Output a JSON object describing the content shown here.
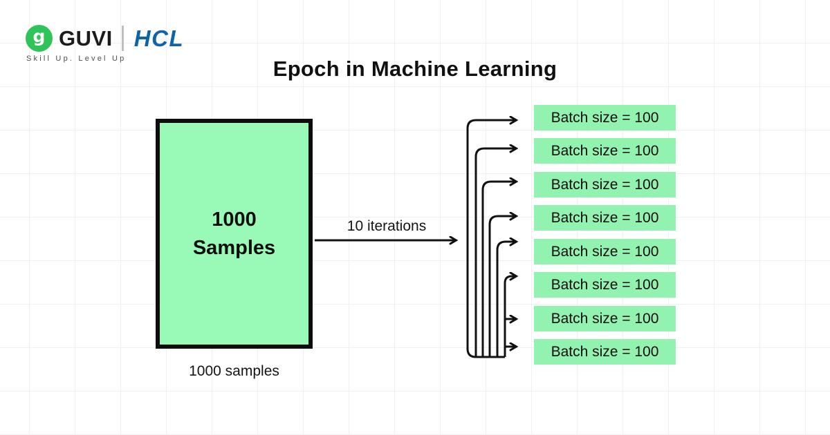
{
  "brand": {
    "name": "GUVI",
    "glyph": "g",
    "partner": "HCL",
    "tagline": "Skill Up. Level Up",
    "colors": {
      "circle_green": "#2ec45a",
      "partner_blue": "#0e63a9"
    }
  },
  "title": "Epoch in Machine Learning",
  "diagram": {
    "samples_box": {
      "line1": "1000",
      "line2": "Samples",
      "caption": "1000 samples",
      "fill": "#99fab8",
      "border": "#0d0d0d"
    },
    "iterations": {
      "label": "10 iterations"
    },
    "batch_fill": "#92f2b0",
    "stroke": "#111111",
    "batches": [
      {
        "label": "Batch size = 100"
      },
      {
        "label": "Batch size = 100"
      },
      {
        "label": "Batch size = 100"
      },
      {
        "label": "Batch size = 100"
      },
      {
        "label": "Batch size = 100"
      },
      {
        "label": "Batch size = 100"
      },
      {
        "label": "Batch size = 100"
      },
      {
        "label": "Batch size = 100"
      }
    ]
  }
}
